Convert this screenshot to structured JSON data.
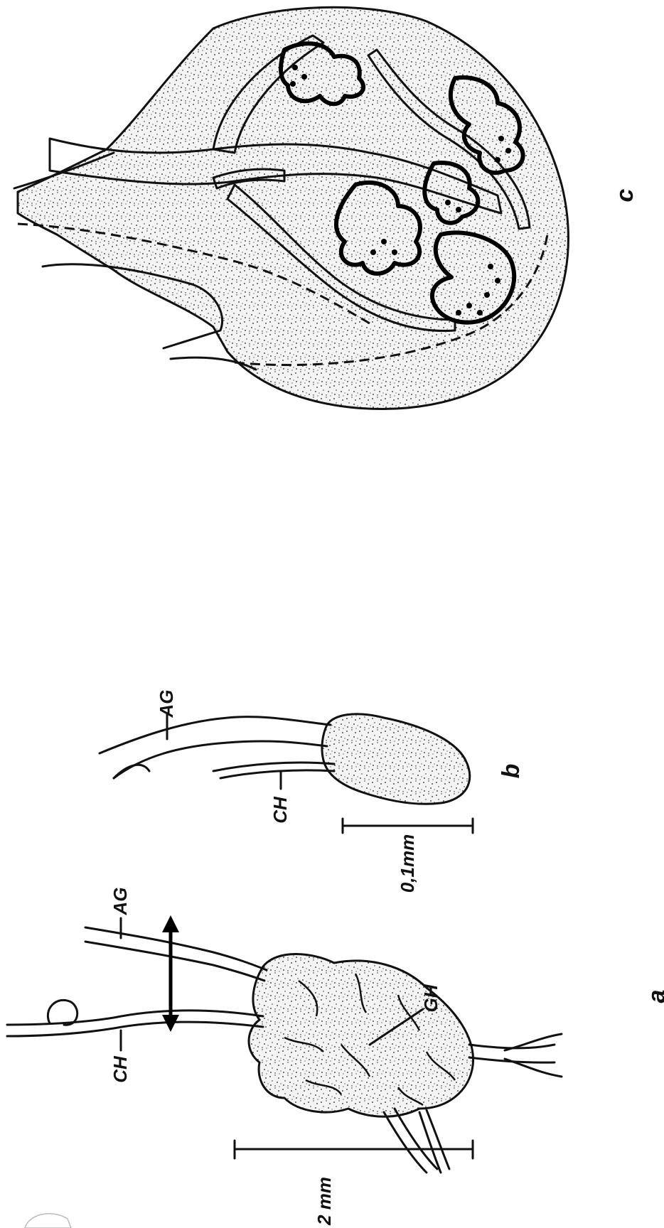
{
  "panels": {
    "a": {
      "letter": "a",
      "labels": {
        "ch": "CH",
        "ag": "AG",
        "gh": "GH"
      },
      "scale_bar": "2 mm"
    },
    "b": {
      "letter": "b",
      "labels": {
        "ch": "CH",
        "ag": "AG"
      },
      "scale_bar": "0,1mm"
    },
    "c": {
      "letter": "c"
    }
  },
  "colors": {
    "ink": "#111111",
    "stipple": "#1a1a1a",
    "paper": "#ffffff"
  }
}
